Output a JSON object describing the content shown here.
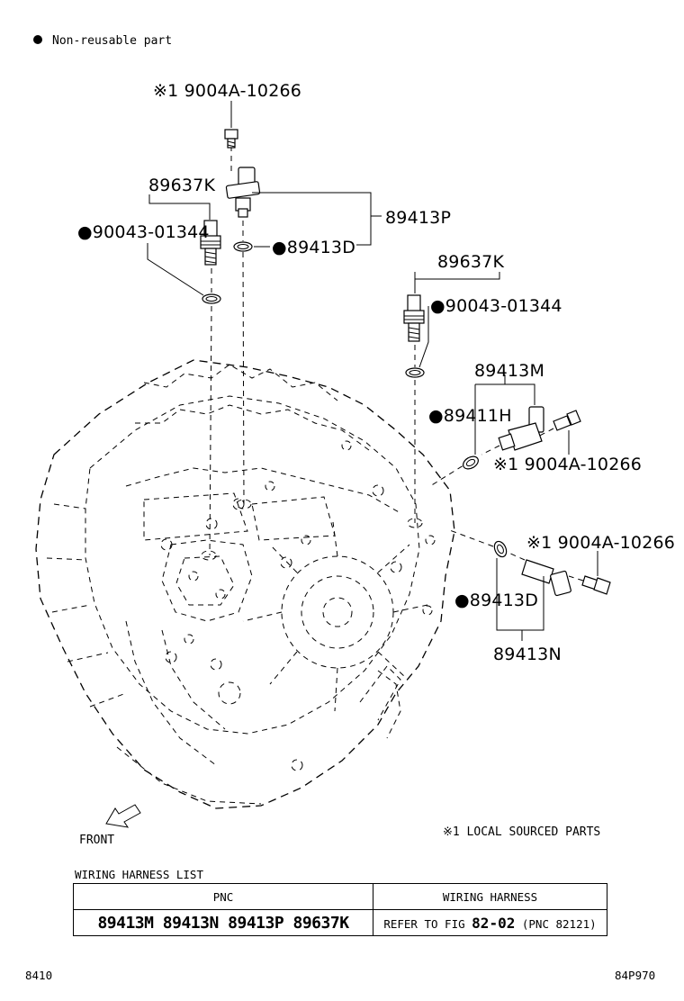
{
  "legend": {
    "symbol": "●",
    "text": "Non-reusable part"
  },
  "callouts": {
    "bolt_top": "※1 9004A-10266",
    "sensor_left_k": "89637K",
    "oring_left": "●90043-01344",
    "assy_top": "89413P",
    "oring_top": "●89413D",
    "sensor_right_k": "89637K",
    "oring_right": "●90043-01344",
    "assy_mid": "89413M",
    "oring_mid": "●89411H",
    "bolt_mid": "※1 9004A-10266",
    "bolt_low": "※1 9004A-10266",
    "oring_low": "●89413D",
    "assy_low": "89413N"
  },
  "front_label": "FRONT",
  "note": "※1 LOCAL SOURCED PARTS",
  "wiring_harness": {
    "caption": "WIRING HARNESS LIST",
    "headers": {
      "pnc": "PNC",
      "harness": "WIRING HARNESS"
    },
    "pnc_values": "89413M 89413N 89413P 89637K",
    "harness_ref_prefix": "REFER TO FIG",
    "harness_ref_fig": "82-02",
    "harness_ref_pnc": "(PNC 82121)"
  },
  "footer": {
    "left_code": "8410",
    "right_code": "84P970"
  }
}
